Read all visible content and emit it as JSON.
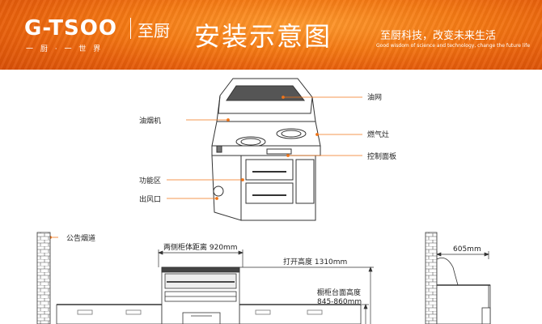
{
  "header": {
    "brand": "G-TSOO",
    "brand_cn": "至厨",
    "brand_sub": "一 厨 · 一 世 界",
    "title": "安装示意图",
    "slogan": "至厨科技，改变未来生活",
    "slogan_en": "Good wisdom of science and technology, change the future life"
  },
  "callouts": {
    "oil_net": "油网",
    "hood": "油烟机",
    "stove": "燃气灶",
    "control_panel": "控制面板",
    "function_area": "功能区",
    "air_outlet": "出风口",
    "public_flue": "公告烟道"
  },
  "dimensions": {
    "side_distance": "两侧柜体距离 920mm",
    "open_height": "打开高度 1310mm",
    "counter_height_label": "橱柜台面高度",
    "counter_height_value": "845-860mm",
    "depth": "605mm"
  },
  "colors": {
    "accent": "#f07418",
    "banner_dark": "#d84f07",
    "line": "#333333"
  }
}
